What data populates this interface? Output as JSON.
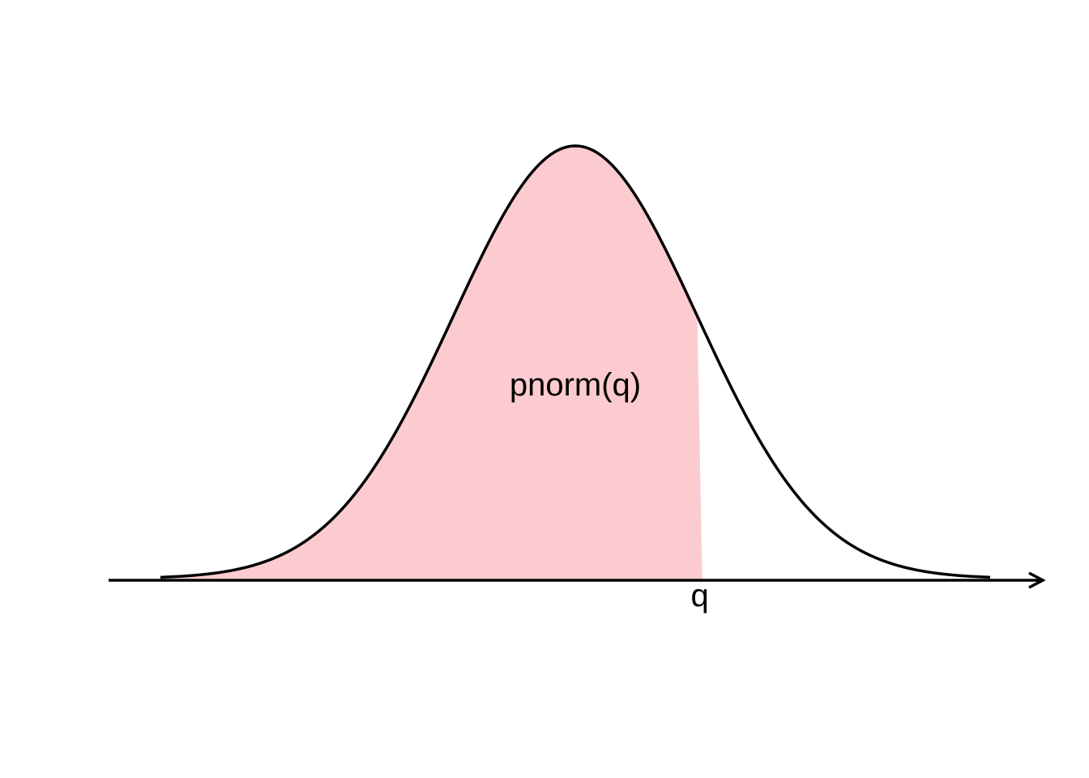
{
  "chart_data": {
    "type": "area",
    "distribution": "normal",
    "mean": 0,
    "sd": 1,
    "xlim": [
      -3.4,
      3.4
    ],
    "shade_from": -3.4,
    "shade_to": 1.0,
    "quantile_label": "q",
    "area_label": "pnorm(q)",
    "colors": {
      "curve": "#000000",
      "shade": "#fccbcf",
      "axis": "#000000"
    }
  }
}
